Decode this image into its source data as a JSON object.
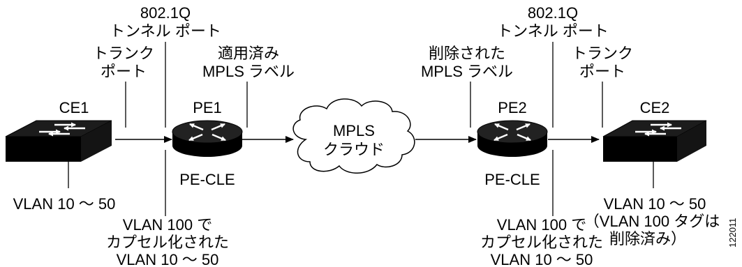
{
  "devices": {
    "ce1": "CE1",
    "pe1": "PE1",
    "pe2": "PE2",
    "ce2": "CE2",
    "pe1_sub": "PE-CLE",
    "pe2_sub": "PE-CLE"
  },
  "cloud": {
    "line1": "MPLS",
    "line2": "クラウド"
  },
  "labels": {
    "tunnel_port_left": [
      "802.1Q",
      "トンネル ポート"
    ],
    "trunk_port_left": [
      "トランク",
      "ポート"
    ],
    "applied_label": [
      "適用済み",
      "MPLS ラベル"
    ],
    "removed_label": [
      "削除された",
      "MPLS ラベル"
    ],
    "tunnel_port_right": [
      "802.1Q",
      "トンネル ポート"
    ],
    "trunk_port_right": [
      "トランク",
      "ポート"
    ],
    "vlan_ce1": "VLAN 10 ～ 50",
    "vlan_encap_left": [
      "VLAN 100 で",
      "カプセル化された",
      "VLAN 10 ～ 50"
    ],
    "vlan_encap_right": [
      "VLAN 100 で",
      "カプセル化された",
      "VLAN 10 ～ 50"
    ],
    "vlan_ce2": [
      "VLAN 10 ～ 50",
      "（VLAN 100 タグは",
      "削除済み）"
    ]
  },
  "figure_id": "122011",
  "icons": [
    "switch-icon",
    "router-icon",
    "cloud-icon",
    "router-icon",
    "switch-icon"
  ]
}
